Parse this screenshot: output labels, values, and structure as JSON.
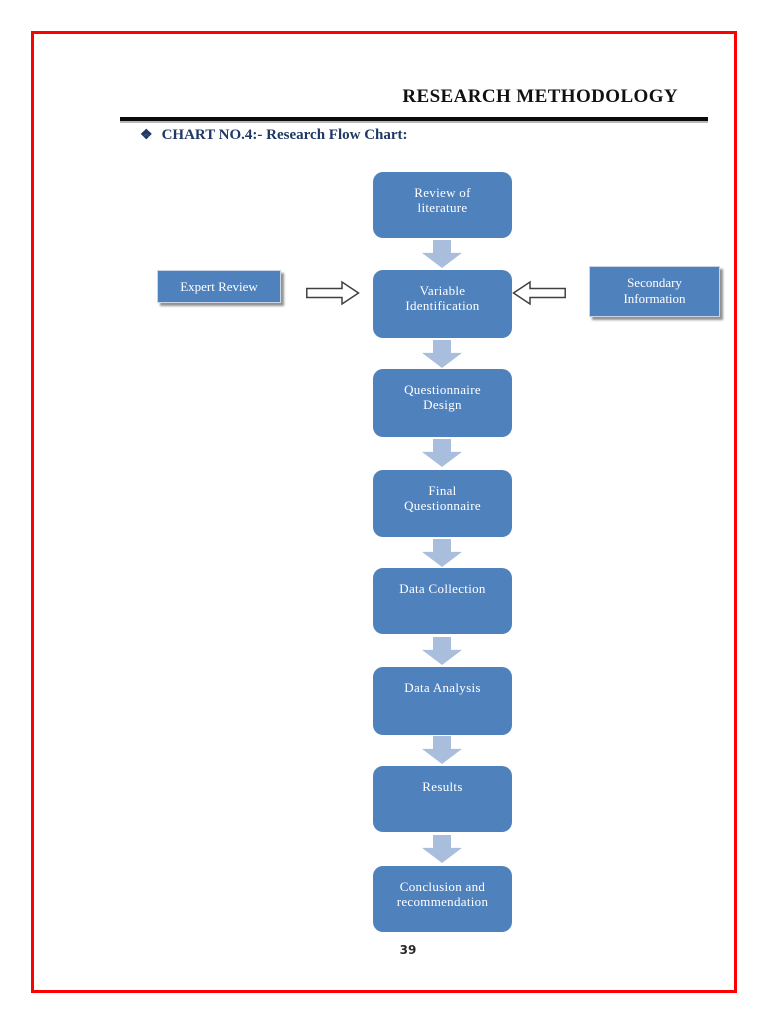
{
  "page": {
    "header_title": "RESEARCH METHODOLOGY",
    "section_bullet": "❖",
    "section_heading": "CHART NO.4:- Research Flow Chart:",
    "page_number": "39"
  },
  "colors": {
    "node_fill": "#4F81BD",
    "down_arrow_fill": "#A8BEDC",
    "page_border_red": "#FE0000",
    "heading_blue": "#1F3864",
    "node_text": "#FFFFFF",
    "feed_arrow_outline": "#404040"
  },
  "flowchart": {
    "nodes": [
      {
        "label": "Review of\nliterature"
      },
      {
        "label": "Variable\nIdentification"
      },
      {
        "label": "Questionnaire\nDesign"
      },
      {
        "label": "Final\nQuestionnaire"
      },
      {
        "label": "Data Collection"
      },
      {
        "label": "Data Analysis"
      },
      {
        "label": "Results"
      },
      {
        "label": "Conclusion and\nrecommendation"
      }
    ],
    "side_nodes": [
      {
        "label": "Expert Review",
        "side": "left",
        "feeds": "Variable Identification"
      },
      {
        "label": "Secondary\nInformation",
        "side": "right",
        "feeds": "Variable Identification"
      }
    ]
  }
}
